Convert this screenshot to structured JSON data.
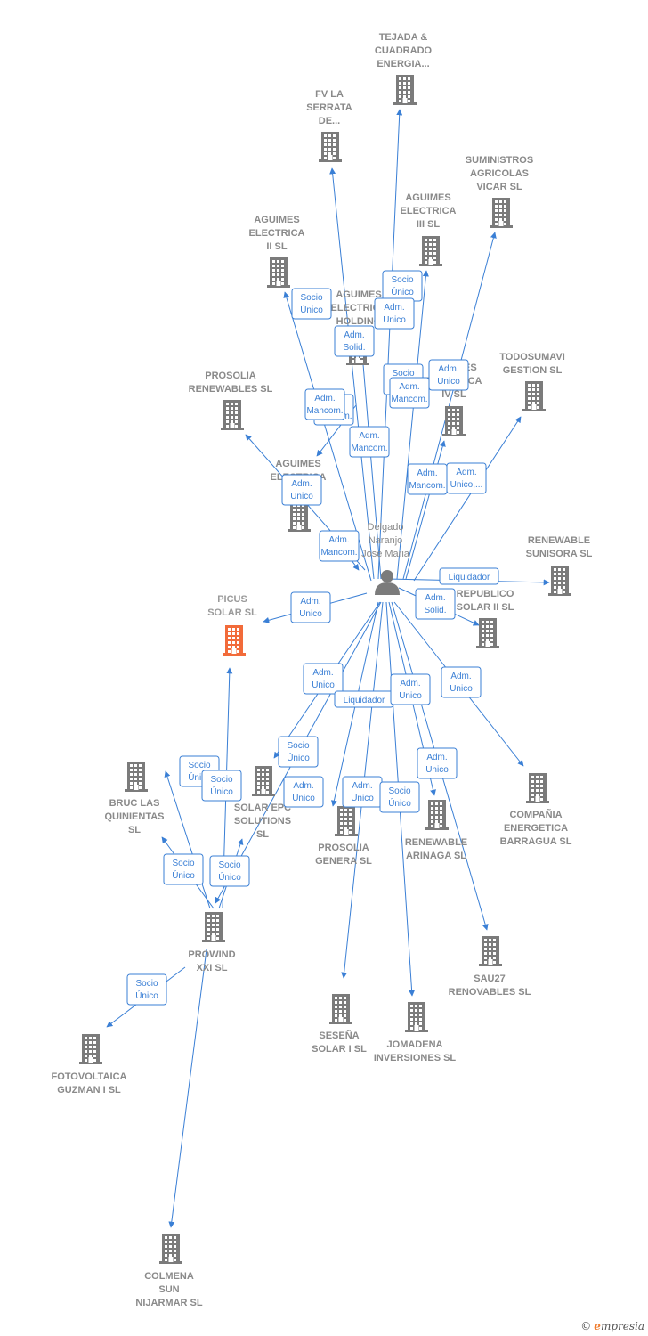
{
  "colors": {
    "edge": "#3a7fd5",
    "building": "#7b7b7b",
    "building_focus": "#f26b3a",
    "person": "#7b7b7b",
    "label": "#8a8a8a"
  },
  "person": {
    "label_lines": [
      "Delgado",
      "Naranjo",
      "Jose Maria"
    ],
    "icon": "person-icon"
  },
  "companies": [
    {
      "id": "tejada",
      "lines": [
        "TEJADA &",
        "CUADRADO",
        "ENERGIA..."
      ]
    },
    {
      "id": "fvlaserrata",
      "lines": [
        "FV LA",
        "SERRATA",
        "DE..."
      ]
    },
    {
      "id": "suministros",
      "lines": [
        "SUMINISTROS",
        "AGRICOLAS",
        "VICAR SL"
      ]
    },
    {
      "id": "aguimes3",
      "lines": [
        "AGUIMES",
        "ELECTRICA",
        "III SL"
      ]
    },
    {
      "id": "aguimes2",
      "lines": [
        "AGUIMES",
        "ELECTRICA",
        "II SL"
      ]
    },
    {
      "id": "aguimesholding",
      "lines": [
        "AGUIMES",
        "ELECTRICA",
        "HOLDING"
      ]
    },
    {
      "id": "todosumavi",
      "lines": [
        "TODOSUMAVI",
        "GESTION SL"
      ]
    },
    {
      "id": "prosoliarenew",
      "lines": [
        "PROSOLIA",
        "RENEWABLES SL"
      ]
    },
    {
      "id": "aguimes4",
      "lines": [
        "AGUIMES",
        "ELECTRICA",
        "IV SL"
      ]
    },
    {
      "id": "aguimes1",
      "lines": [
        "AGUIMES",
        "ELECTRICA"
      ]
    },
    {
      "id": "renewablesunisora",
      "lines": [
        "RENEWABLE",
        "SUNISORA SL"
      ]
    },
    {
      "id": "picus",
      "lines": [
        "PICUS",
        "SOLAR  SL"
      ],
      "focus": true
    },
    {
      "id": "republico",
      "lines": [
        "REPUBLICO",
        "SOLAR II SL"
      ]
    },
    {
      "id": "bruc",
      "lines": [
        "BRUC LAS",
        "QUINIENTAS",
        "SL"
      ]
    },
    {
      "id": "solarepc",
      "lines": [
        "SOLAR EPC",
        "SOLUTIONS",
        "SL"
      ]
    },
    {
      "id": "prosoliagenera",
      "lines": [
        "PROSOLIA",
        "GENERA SL"
      ]
    },
    {
      "id": "renewablearinaga",
      "lines": [
        "RENEWABLE",
        "ARINAGA  SL"
      ]
    },
    {
      "id": "barragua",
      "lines": [
        "COMPAÑIA",
        "ENERGETICA",
        "BARRAGUA SL"
      ]
    },
    {
      "id": "prowind",
      "lines": [
        "PROWIND",
        "XXI SL"
      ]
    },
    {
      "id": "sau27",
      "lines": [
        "SAU27",
        "RENOVABLES SL"
      ]
    },
    {
      "id": "fotovoltaica",
      "lines": [
        "FOTOVOLTAICA",
        "GUZMAN I  SL"
      ]
    },
    {
      "id": "sesena",
      "lines": [
        "SESEÑA",
        "SOLAR I SL"
      ]
    },
    {
      "id": "jomadena",
      "lines": [
        "JOMADENA",
        "INVERSIONES SL"
      ]
    },
    {
      "id": "colmena",
      "lines": [
        "COLMENA",
        "SUN",
        "NIJARMAR  SL"
      ]
    }
  ],
  "relations": [
    {
      "id": "r1",
      "lines": [
        "Socio",
        "Único"
      ]
    },
    {
      "id": "r2",
      "lines": [
        "Socio",
        "Único"
      ]
    },
    {
      "id": "r3",
      "lines": [
        "Adm.",
        "Unico"
      ]
    },
    {
      "id": "r4",
      "lines": [
        "Adm.",
        "Solid."
      ]
    },
    {
      "id": "r5",
      "lines": [
        "Socio",
        "Único"
      ]
    },
    {
      "id": "r6",
      "lines": [
        "Adm.",
        "Unico"
      ]
    },
    {
      "id": "r7",
      "lines": [
        "Adm.",
        "Mancom."
      ]
    },
    {
      "id": "r8",
      "lines": [
        "Adm.",
        "Mancom."
      ]
    },
    {
      "id": "r9",
      "lines": [
        "Adm.",
        "Mancom."
      ]
    },
    {
      "id": "r10",
      "lines": [
        "Adm.",
        "Mancom."
      ]
    },
    {
      "id": "r11",
      "lines": [
        "Adm.",
        "Unico,..."
      ]
    },
    {
      "id": "r12",
      "lines": [
        "Adm.",
        "Unico"
      ]
    },
    {
      "id": "r13",
      "lines": [
        "Adm.",
        "Mancom."
      ]
    },
    {
      "id": "r14",
      "lines": [
        "Liquidador"
      ]
    },
    {
      "id": "r15",
      "lines": [
        "Adm.",
        "Mancom."
      ]
    },
    {
      "id": "r16",
      "lines": [
        "Adm.",
        "Unico"
      ]
    },
    {
      "id": "r17",
      "lines": [
        "Adm.",
        "Solid."
      ]
    },
    {
      "id": "r18",
      "lines": [
        "Adm.",
        "Unico"
      ]
    },
    {
      "id": "r19",
      "lines": [
        "Liquidador"
      ]
    },
    {
      "id": "r20",
      "lines": [
        "Adm.",
        "Unico"
      ]
    },
    {
      "id": "r21",
      "lines": [
        "Adm.",
        "Unico"
      ]
    },
    {
      "id": "r22",
      "lines": [
        "Socio",
        "Único"
      ]
    },
    {
      "id": "r23",
      "lines": [
        "Socio",
        "Único"
      ]
    },
    {
      "id": "r24",
      "lines": [
        "Socio",
        "Único"
      ]
    },
    {
      "id": "r25",
      "lines": [
        "Adm.",
        "Unico"
      ]
    },
    {
      "id": "r26",
      "lines": [
        "Adm.",
        "Unico"
      ]
    },
    {
      "id": "r27",
      "lines": [
        "Adm.",
        "Unico"
      ]
    },
    {
      "id": "r28",
      "lines": [
        "Socio",
        "Único"
      ]
    },
    {
      "id": "r29",
      "lines": [
        "Socio",
        "Único"
      ]
    },
    {
      "id": "r30",
      "lines": [
        "Socio",
        "Único"
      ]
    },
    {
      "id": "r31",
      "lines": [
        "Socio",
        "Único"
      ]
    }
  ],
  "footer": {
    "copyright": "©",
    "brand_initial": "e",
    "brand_rest": "mpresia"
  }
}
